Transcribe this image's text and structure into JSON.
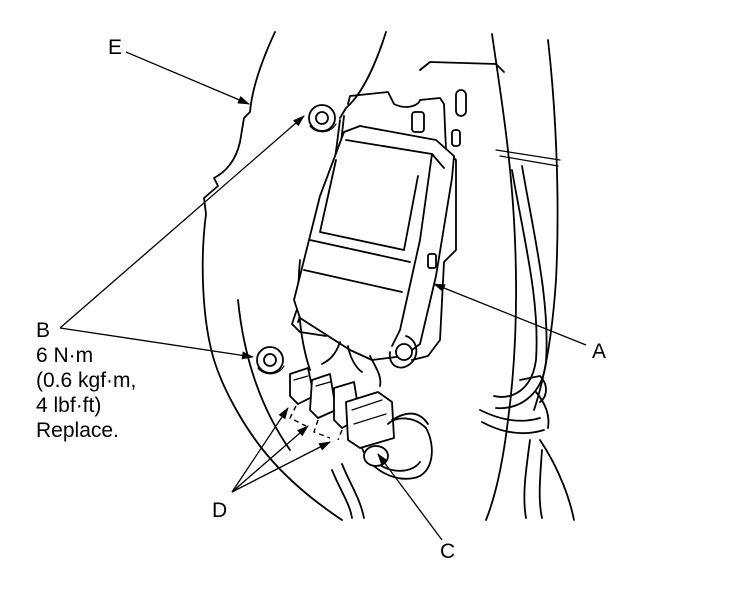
{
  "labels": {
    "A": "A",
    "B": "B",
    "B_line1": "6 N·m",
    "B_line2": "(0.6 kgf·m,",
    "B_line3": "4 lbf·ft)",
    "B_line4": "Replace.",
    "C": "C",
    "D": "D",
    "E": "E"
  },
  "colors": {
    "line": "#000000",
    "background": "#ffffff"
  }
}
